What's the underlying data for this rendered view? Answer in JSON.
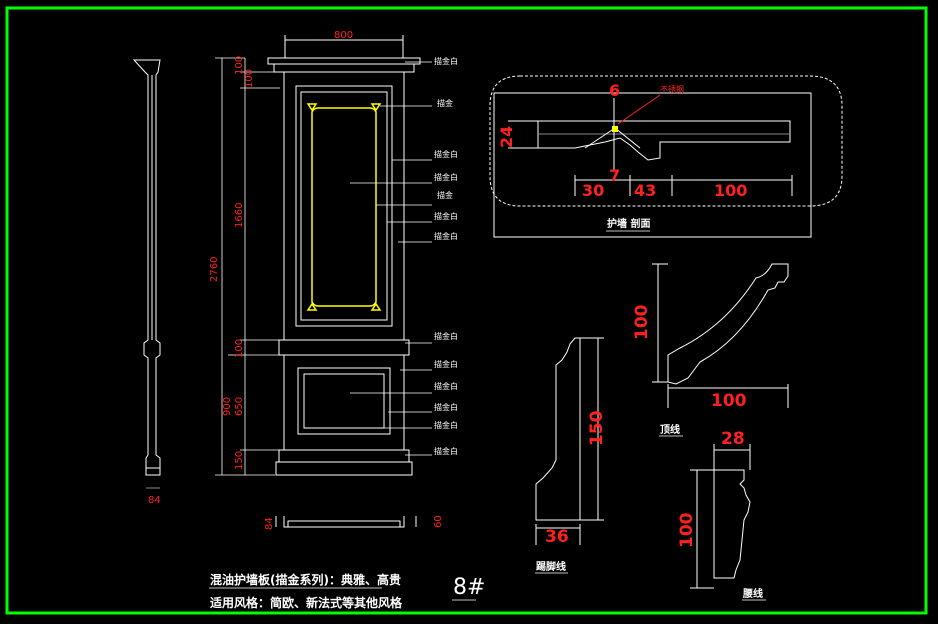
{
  "drawing": {
    "panel_dims": {
      "width": "800",
      "cornice_a": "100",
      "cornice_b": "100",
      "upper": "1660",
      "total": "2760",
      "mid": "100",
      "lower": "650",
      "dado": "900",
      "base": "150",
      "side_depth": "84",
      "plan_depth": "84",
      "plan_height": "60"
    },
    "callouts": [
      "描金白",
      "描金",
      "描金白",
      "描金白",
      "描金",
      "描金白",
      "描金白",
      "描金白",
      "描金白",
      "描金白",
      "描金白",
      "描金白"
    ],
    "section": {
      "dim_top": "6",
      "dim_height": "24",
      "dim_mid": "7",
      "dim_a": "30",
      "dim_b": "43",
      "dim_c": "100",
      "note": "不锈钢",
      "caption": "护墙 剖面"
    },
    "top_molding": {
      "h": "100",
      "w": "100",
      "caption": "顶线"
    },
    "skirting": {
      "h": "150",
      "w": "36",
      "caption": "踢脚线"
    },
    "waist": {
      "w": "28",
      "h": "100",
      "caption": "腰线"
    },
    "title_line1": "混油护墙板(描金系列)：典雅、高贵",
    "title_line2": "适用风格：简欧、新法式等其他风格",
    "sheet_number": "8#"
  },
  "colors": {
    "background": "#000000",
    "border": "#00ff00",
    "lines": "#ffffff",
    "dimensions": "#ff2020",
    "gold": "#ffff00"
  }
}
